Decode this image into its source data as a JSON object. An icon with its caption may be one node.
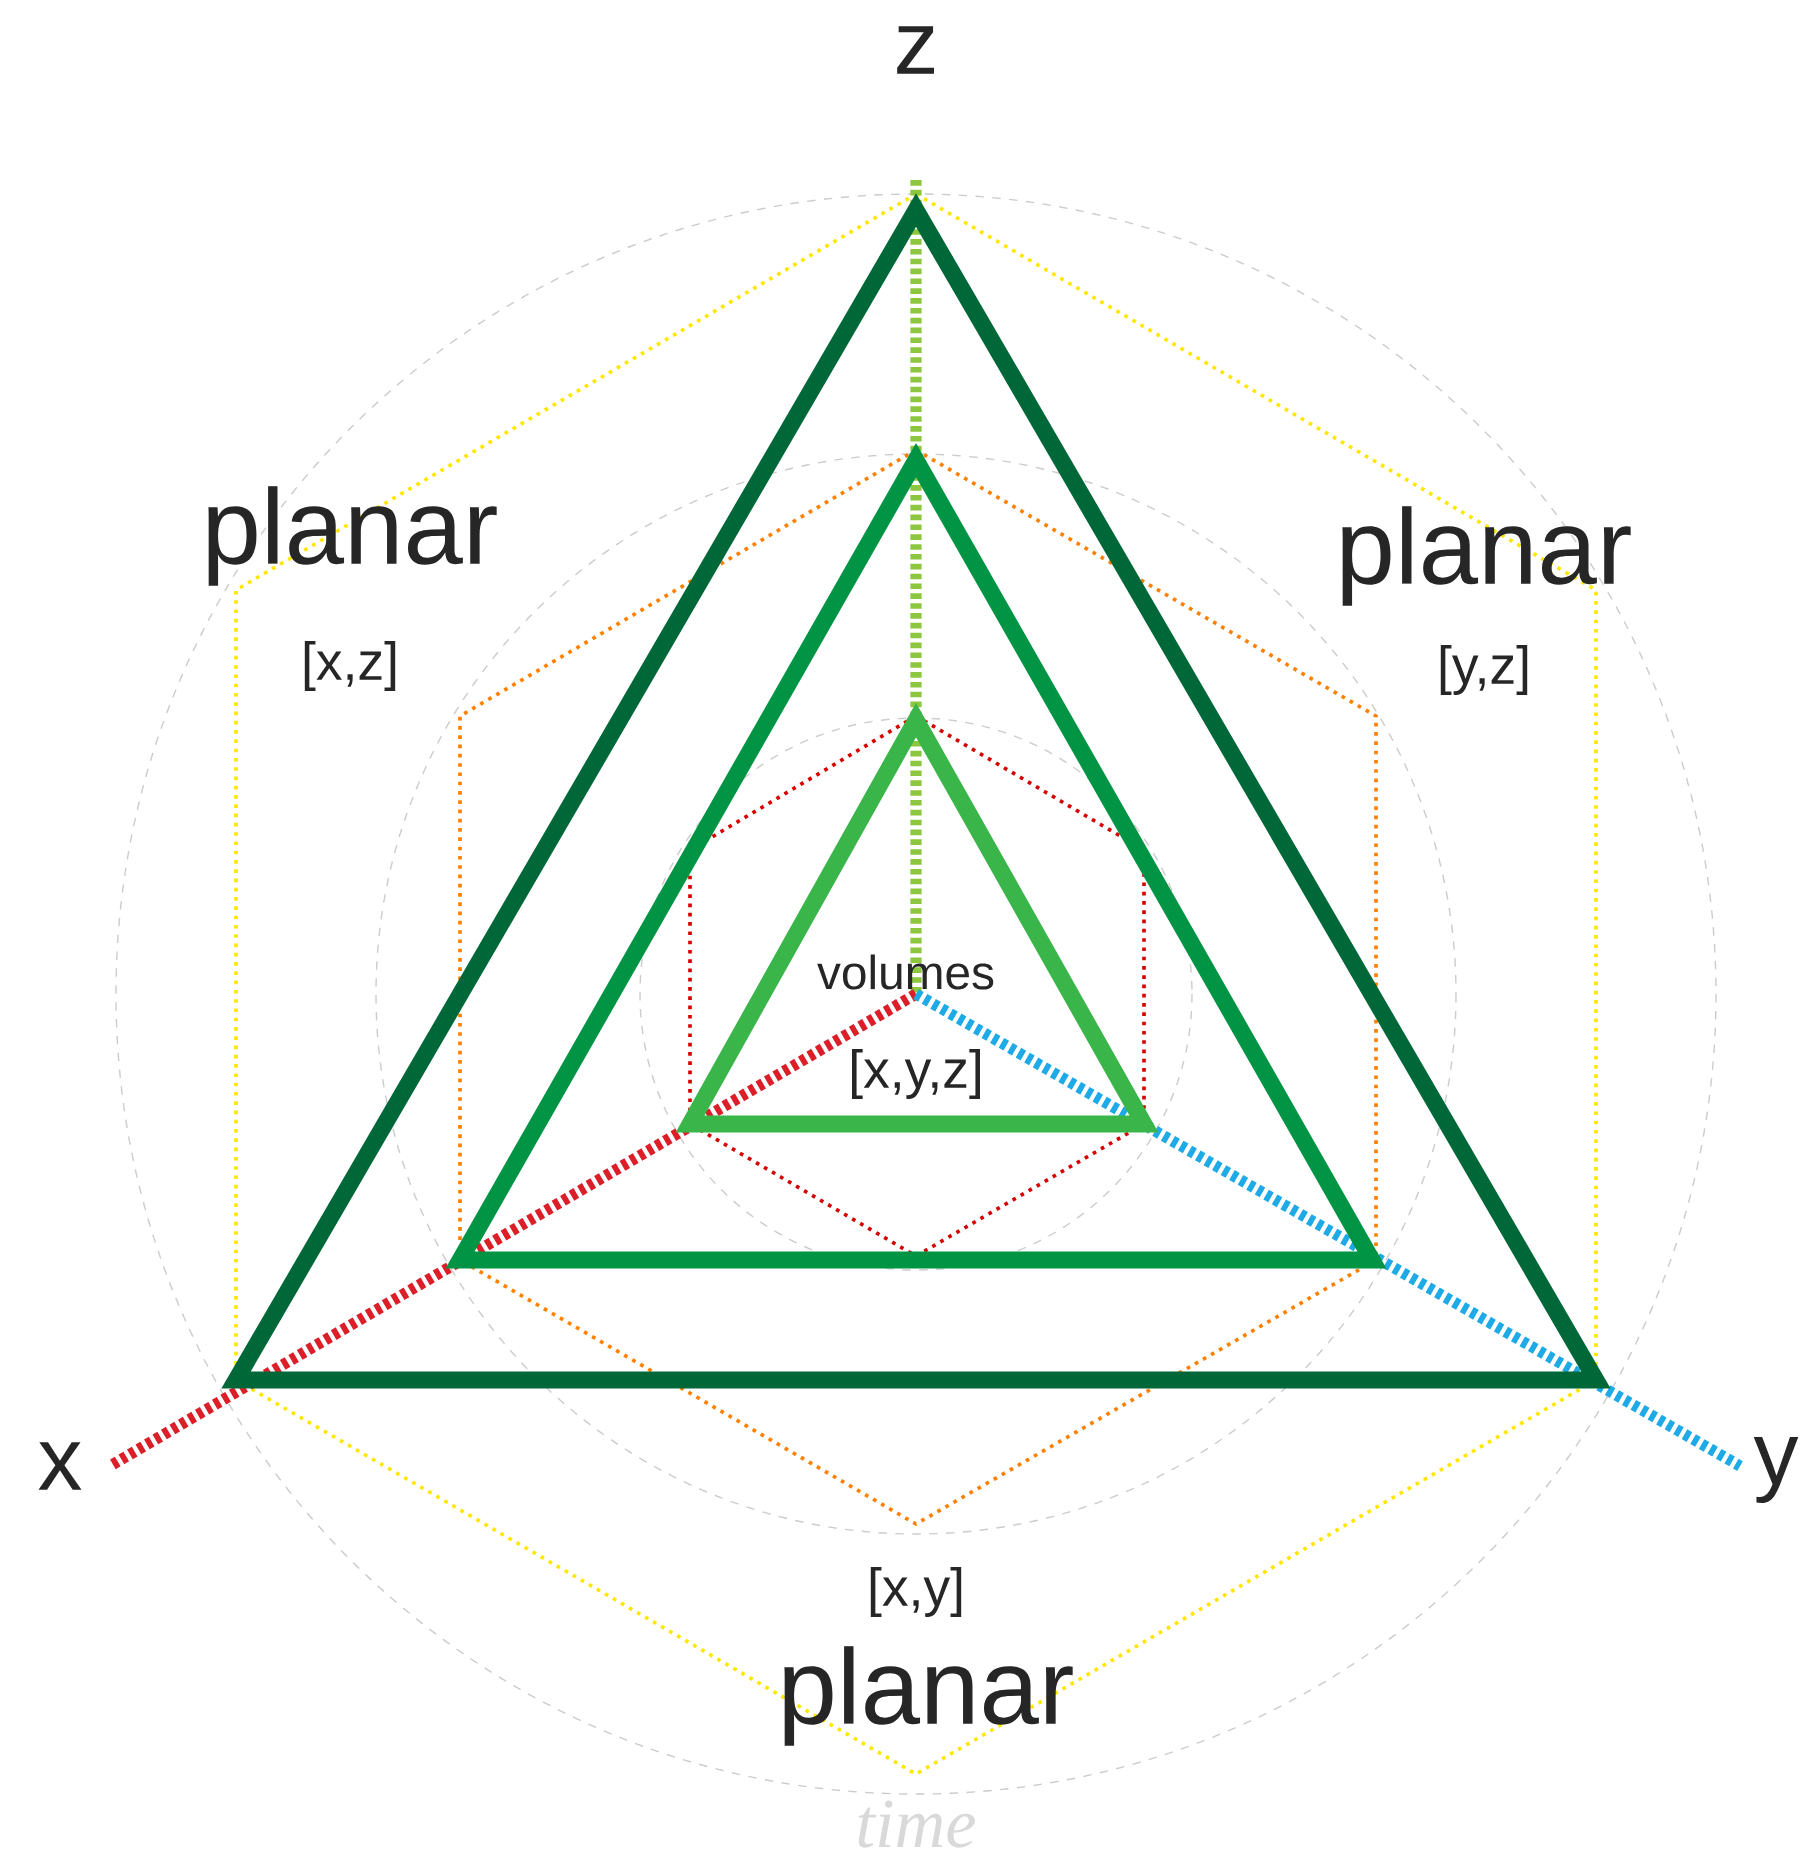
{
  "diagram": {
    "labels": [
      "z",
      "planar",
      "planar",
      "[x,z]",
      "[y,z]",
      "volumes",
      "[x,y,z]",
      "x",
      "y",
      "[x,y]",
      "planar",
      "time"
    ]
  }
}
